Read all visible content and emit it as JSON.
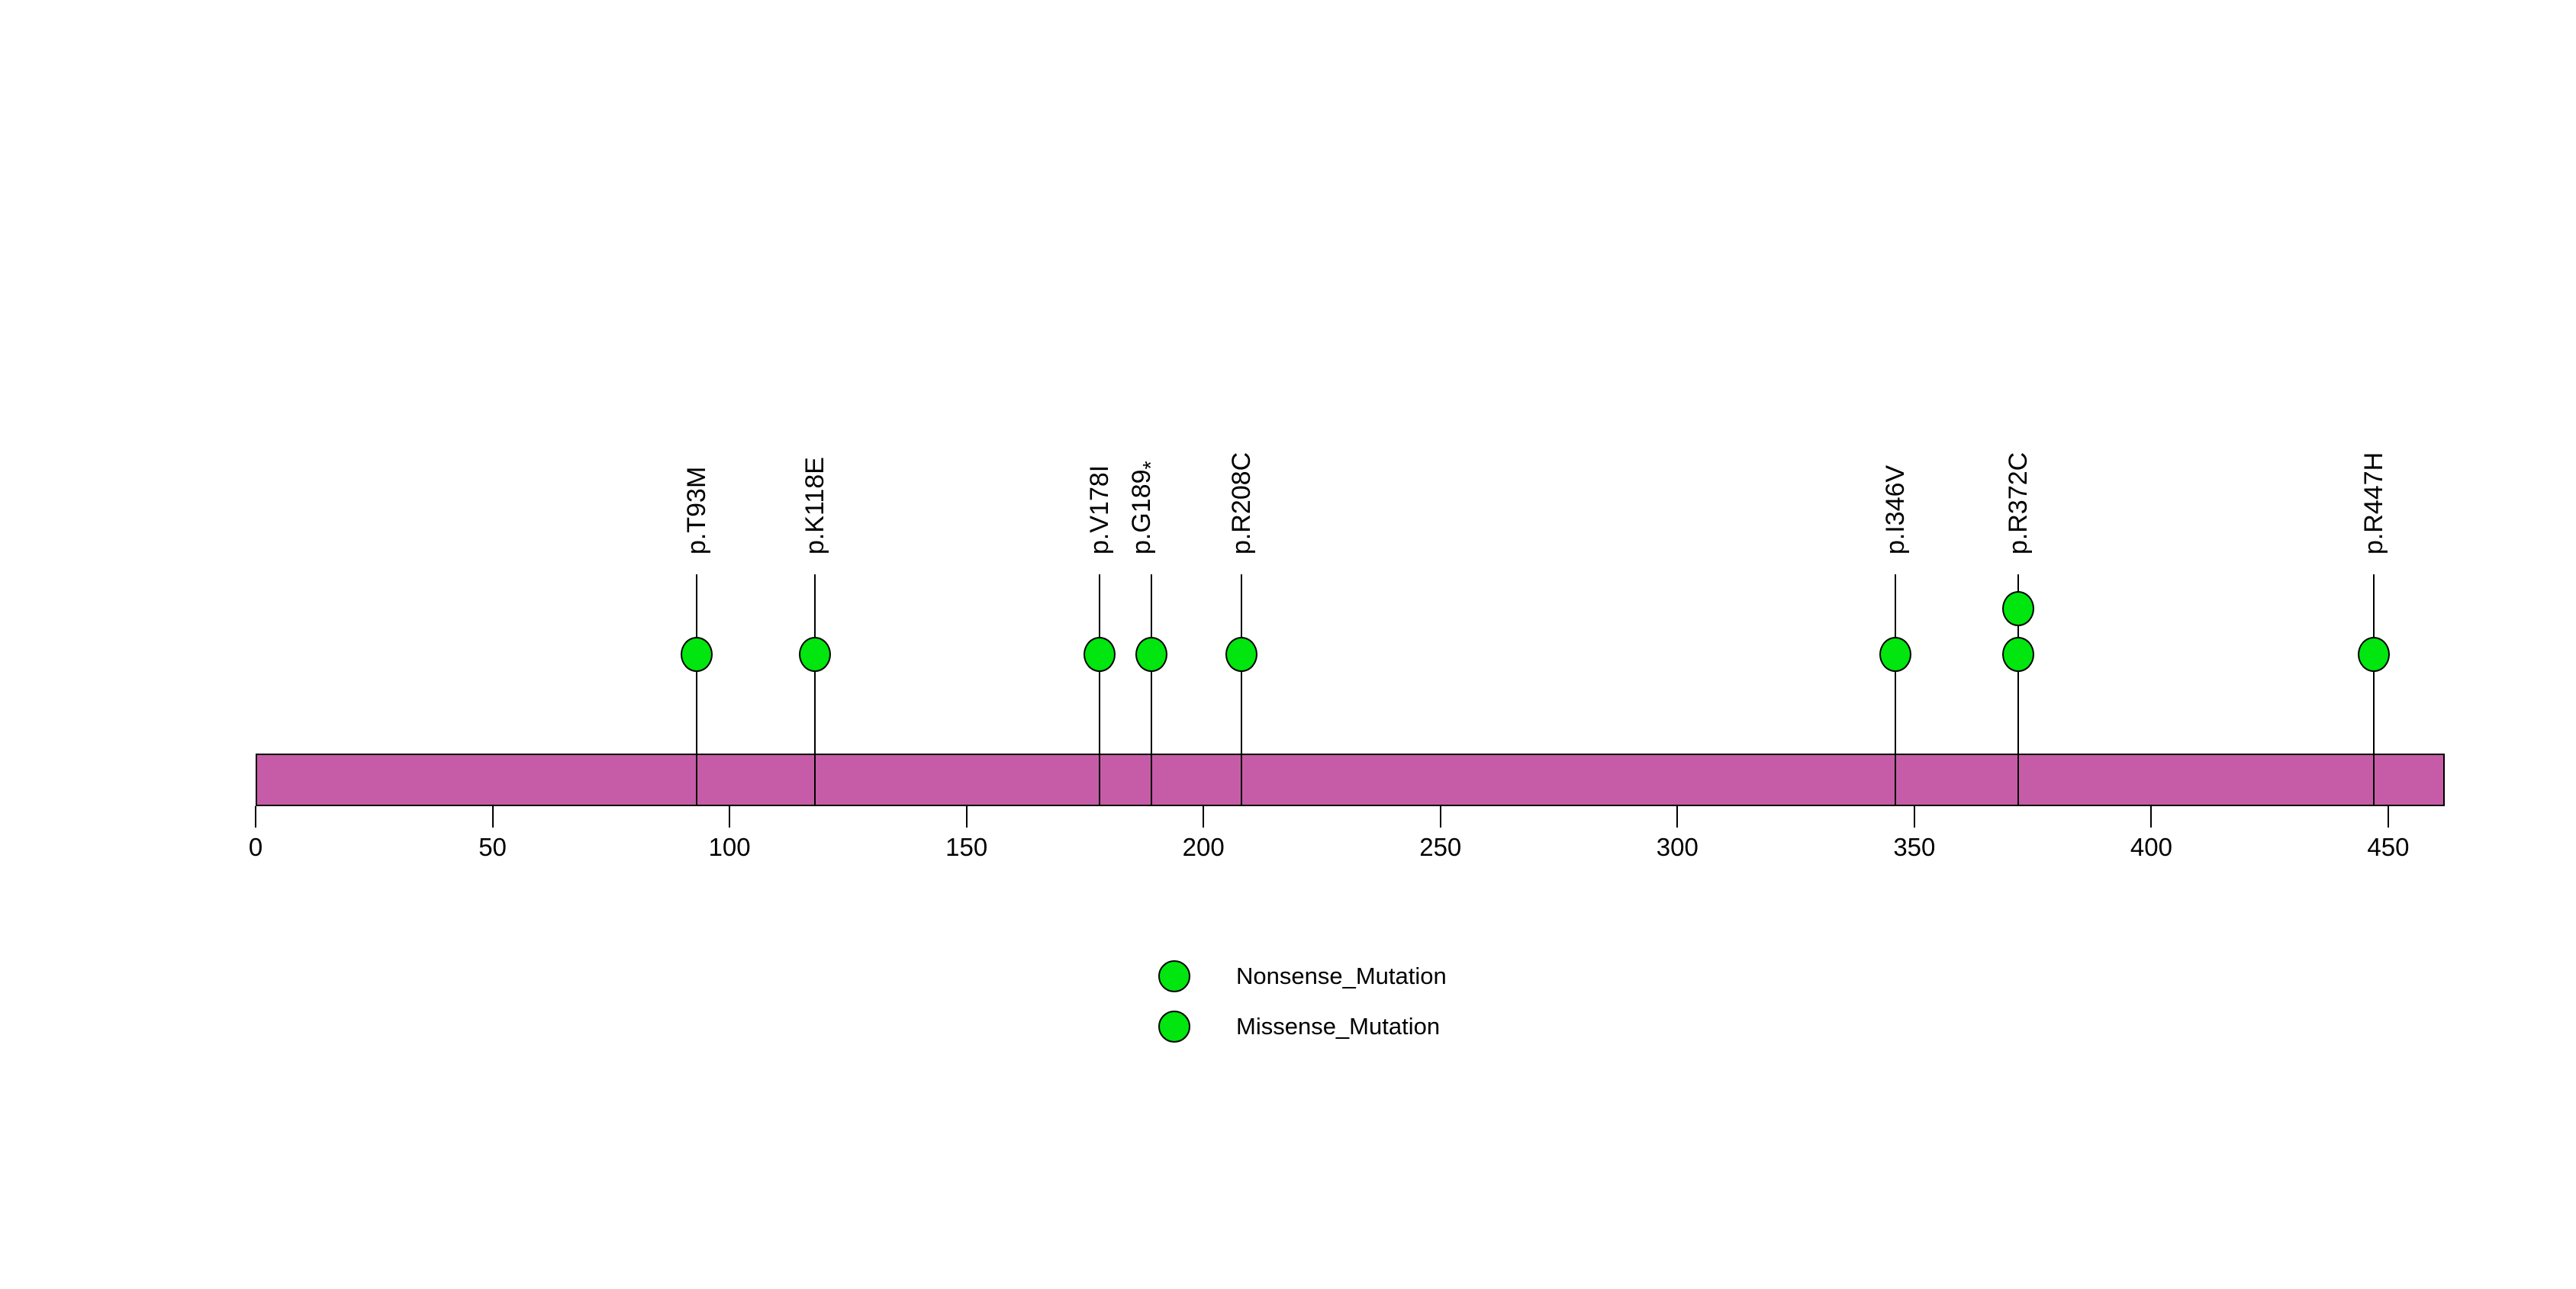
{
  "chart_data": {
    "type": "lollipop",
    "title": "",
    "xlabel": "",
    "protein_length": 462,
    "axis_ticks": [
      0,
      50,
      100,
      150,
      200,
      250,
      300,
      350,
      400,
      450
    ],
    "mutations": [
      {
        "label": "p.T93M",
        "position": 93,
        "count": 1,
        "type": "Missense_Mutation"
      },
      {
        "label": "p.K118E",
        "position": 118,
        "count": 1,
        "type": "Missense_Mutation"
      },
      {
        "label": "p.V178I",
        "position": 178,
        "count": 1,
        "type": "Missense_Mutation"
      },
      {
        "label": "p.G189*",
        "position": 189,
        "count": 1,
        "type": "Nonsense_Mutation"
      },
      {
        "label": "p.R208C",
        "position": 208,
        "count": 1,
        "type": "Missense_Mutation"
      },
      {
        "label": "p.I346V",
        "position": 346,
        "count": 1,
        "type": "Missense_Mutation"
      },
      {
        "label": "p.R372C",
        "position": 372,
        "count": 2,
        "type": "Missense_Mutation"
      },
      {
        "label": "p.R447H",
        "position": 447,
        "count": 1,
        "type": "Missense_Mutation"
      }
    ],
    "legend": [
      {
        "label": "Nonsense_Mutation",
        "color": "#00E60E"
      },
      {
        "label": "Missense_Mutation",
        "color": "#00E60E"
      }
    ],
    "colors": {
      "lollipop": "#00E60E",
      "protein_bar": "#C65CA7",
      "stem": "#000000",
      "axis_text": "#000000"
    },
    "legend_position": "bottom-center",
    "grid": false
  }
}
